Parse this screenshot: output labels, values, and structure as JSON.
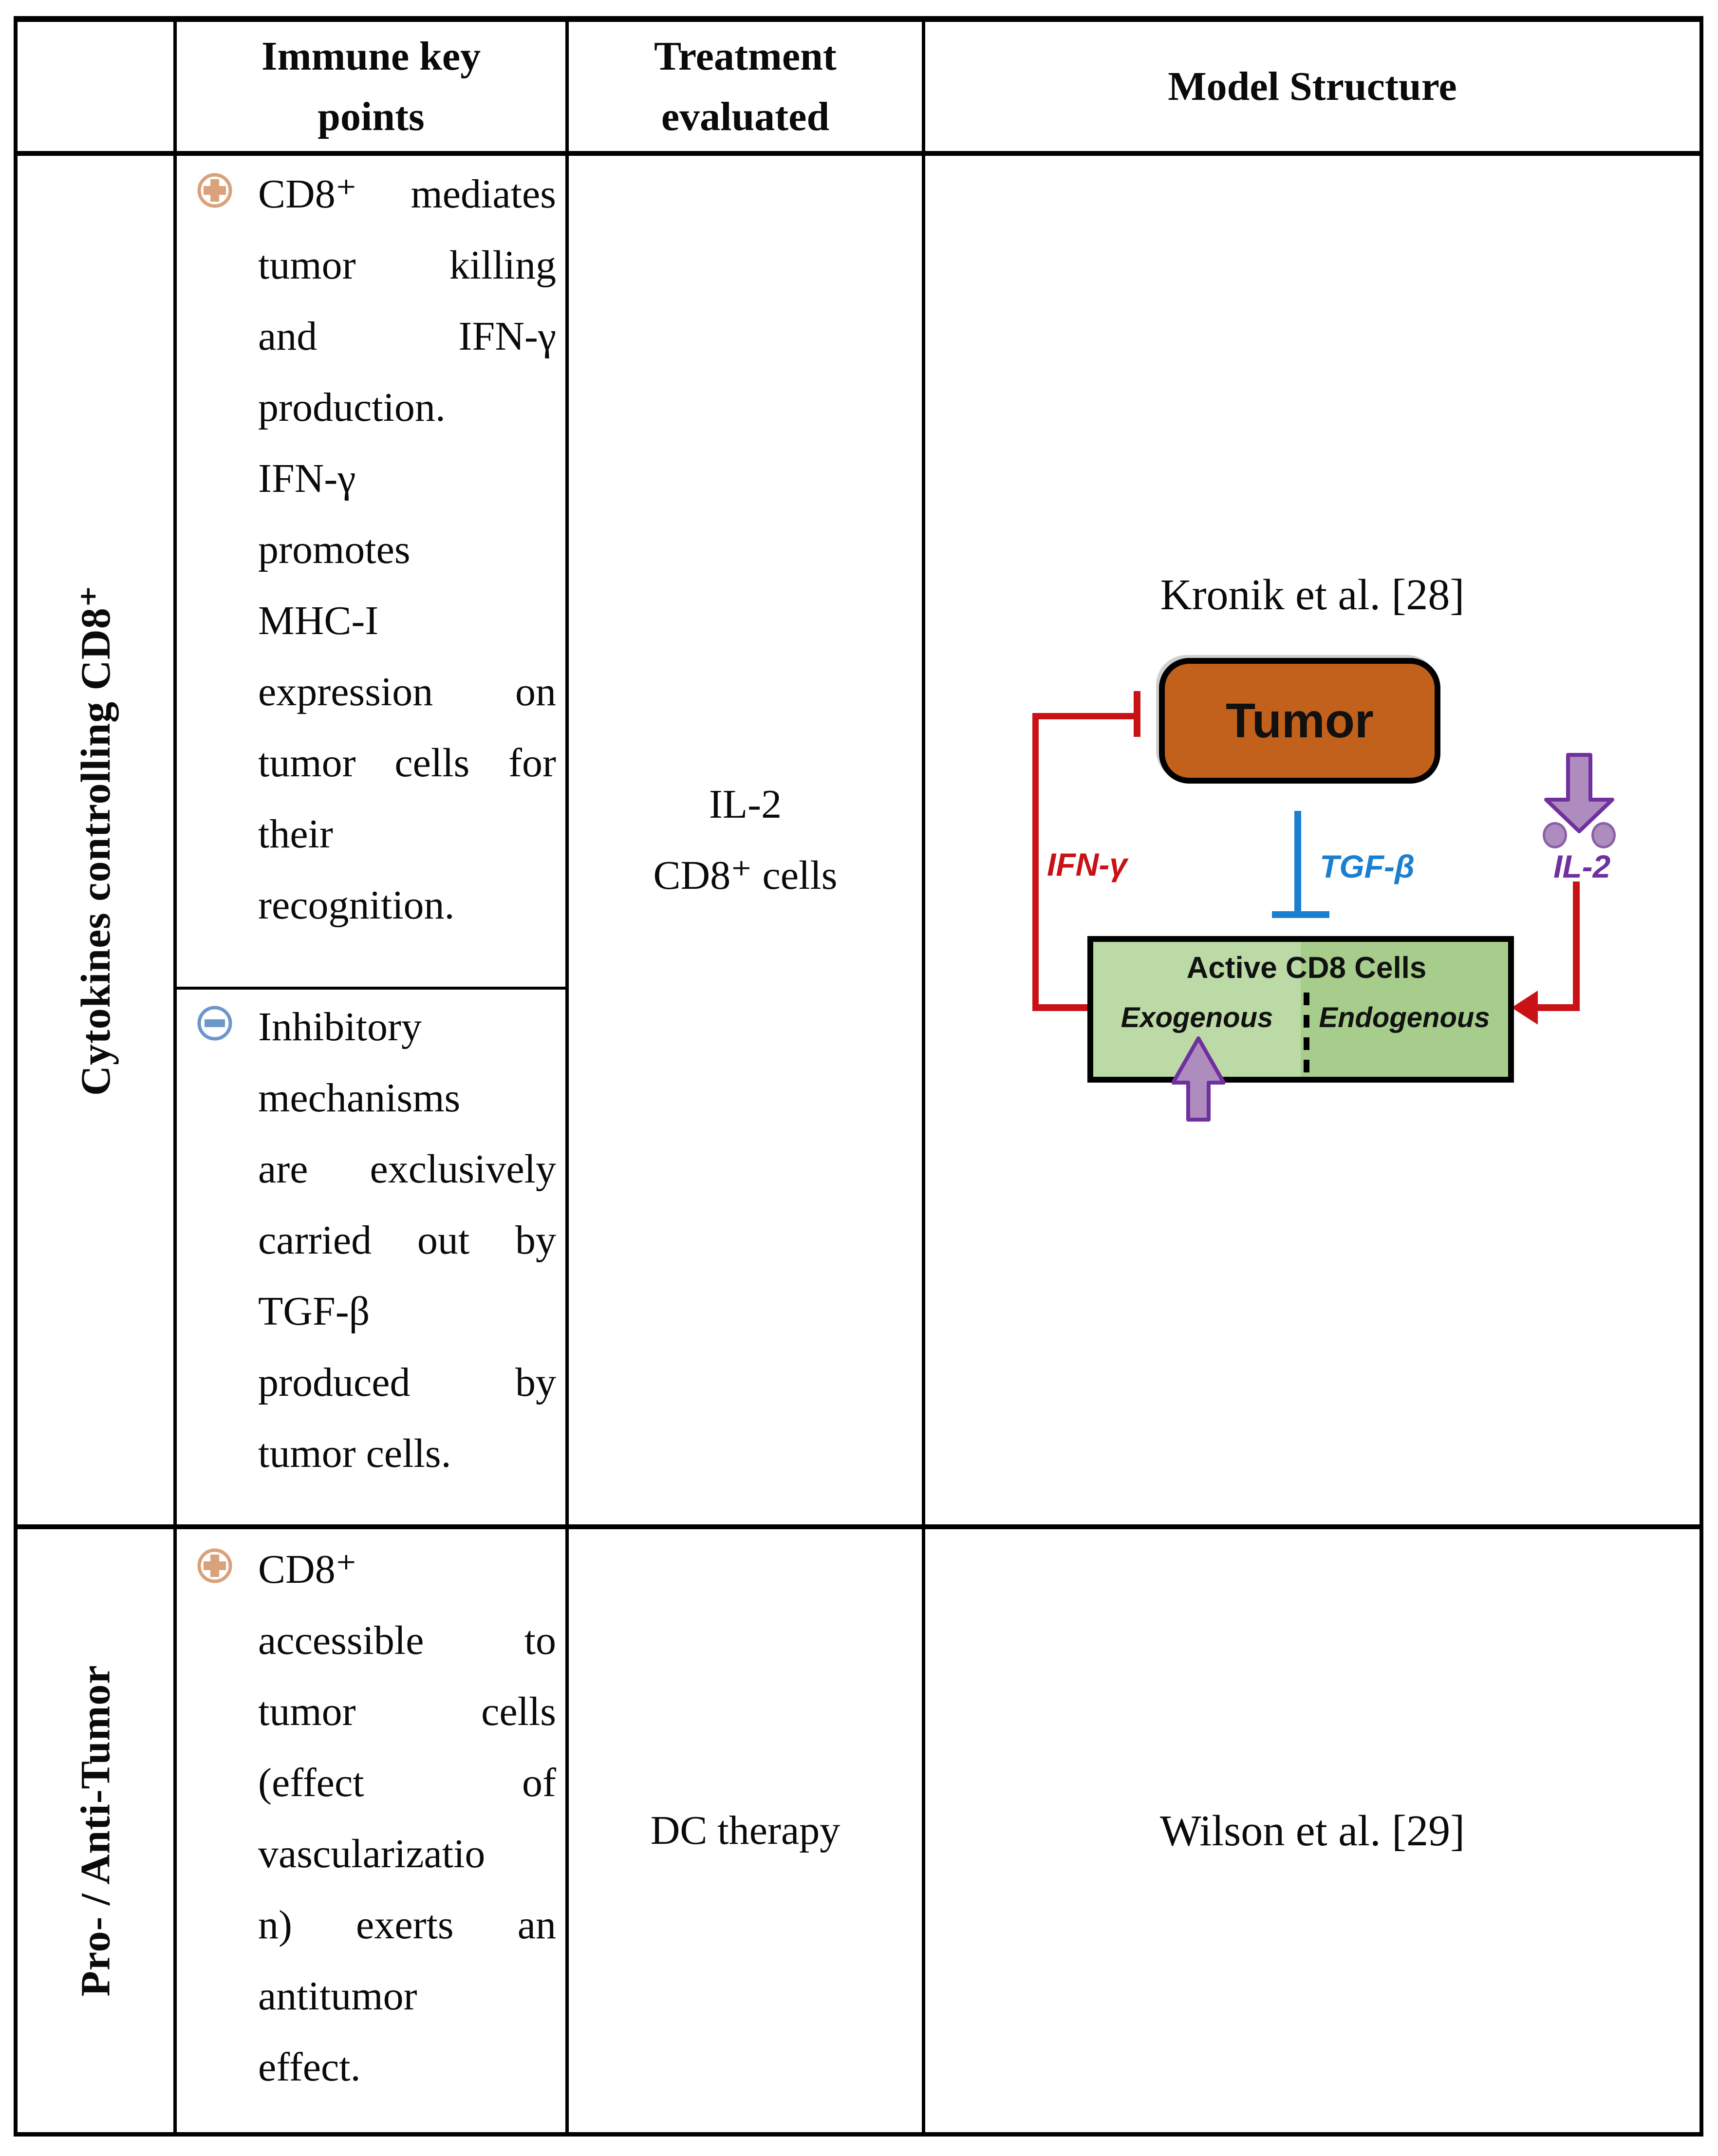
{
  "colors": {
    "tumor_fill": "#C2611B",
    "red": "#C91216",
    "blue": "#1B7FD0",
    "purple_dark": "#7030A0",
    "purple_mid": "#8B5FA8",
    "purple_fill": "#AE8CBE",
    "green_left": "#BCDAA6",
    "green_right": "#A6CD8C",
    "plus_icon": "#D9A27A",
    "minus_icon": "#6D96CB"
  },
  "table": {
    "header": {
      "col2_lines": [
        "Immune key",
        "points"
      ],
      "col3_lines": [
        "Treatment",
        "evaluated"
      ],
      "col4_lines": [
        "Model Structure"
      ]
    },
    "rows": [
      {
        "label": "Cytokines controlling CD8⁺",
        "bullets": [
          {
            "icon": "plus-circle-icon",
            "lines": [
              [
                "CD8⁺",
                "mediates"
              ],
              [
                "tumor",
                "killing"
              ],
              [
                "and",
                "IFN-γ"
              ],
              [
                "production."
              ],
              [
                "IFN-γ"
              ],
              [
                "promotes"
              ],
              [
                "MHC-I"
              ],
              [
                "expression",
                "on"
              ],
              [
                "tumor",
                "cells",
                "for"
              ],
              [
                "their"
              ],
              [
                "recognition."
              ]
            ]
          },
          {
            "icon": "minus-circle-icon",
            "lines": [
              [
                "Inhibitory"
              ],
              [
                "mechanisms"
              ],
              [
                "are",
                "exclusively"
              ],
              [
                "carried",
                "out",
                "by"
              ],
              [
                "TGF-β"
              ],
              [
                "produced",
                "by"
              ],
              [
                "tumor",
                "cells."
              ]
            ]
          }
        ],
        "treatment_lines": [
          "IL-2",
          "CD8⁺ cells"
        ],
        "model": {
          "citation": "Kronik et al. [28]",
          "diagram": {
            "tumor_label": "Tumor",
            "ifn_gamma_label": "IFN-γ",
            "tgf_beta_label": "TGF-β",
            "il2_label": "IL-2",
            "cd8_box_title": "Active CD8 Cells",
            "exogenous_label": "Exogenous",
            "endogenous_label": "Endogenous"
          }
        }
      },
      {
        "label": "Pro- / Anti-Tumor",
        "bullets": [
          {
            "icon": "plus-circle-icon",
            "lines": [
              [
                "CD8⁺"
              ],
              [
                "accessible",
                "to"
              ],
              [
                "tumor",
                "cells"
              ],
              [
                "(effect",
                "of"
              ],
              [
                "vascularizatio"
              ],
              [
                "n)",
                "exerts",
                "an"
              ],
              [
                "antitumor"
              ],
              [
                "effect."
              ]
            ]
          }
        ],
        "treatment_lines": [
          "DC therapy"
        ],
        "model": {
          "citation": "Wilson et al. [29]"
        }
      }
    ]
  }
}
